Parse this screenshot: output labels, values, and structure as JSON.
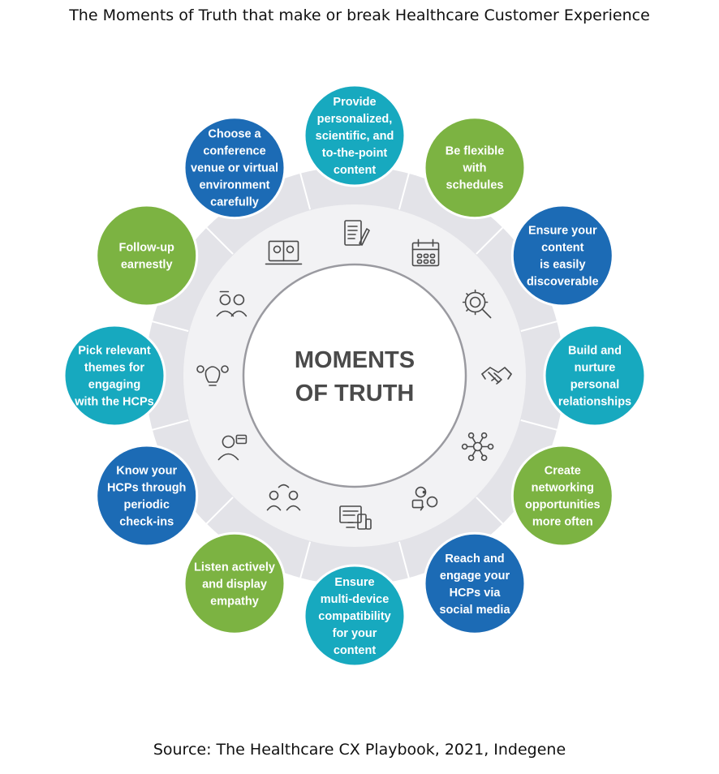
{
  "title": "The Moments of Truth that make or break Healthcare Customer Experience",
  "center": {
    "lines": [
      "MOMENTS",
      "OF TRUTH"
    ]
  },
  "source": "Source: The Healthcare CX Playbook, 2021,  Indegene",
  "colors": {
    "teal": "#17a9bf",
    "green": "#7cb342",
    "blue": "#1c6bb5",
    "ring": "#e3e3e8",
    "inner": "#f2f2f4",
    "center_border": "#9a9aa0",
    "icon": "#4a4a4a"
  },
  "moments": [
    {
      "lines": [
        "Provide",
        "personalized,",
        "scientific, and",
        "to-the-point",
        "content"
      ],
      "color": "teal",
      "icon": "document-pen-icon"
    },
    {
      "lines": [
        "Be flexible",
        "with",
        "schedules"
      ],
      "color": "green",
      "icon": "calendar-icon"
    },
    {
      "lines": [
        "Ensure your",
        "content",
        "is easily",
        "discoverable"
      ],
      "color": "blue",
      "icon": "gear-magnifier-icon"
    },
    {
      "lines": [
        "Build and",
        "nurture",
        "personal",
        "relationships"
      ],
      "color": "teal",
      "icon": "handshake-icon"
    },
    {
      "lines": [
        "Create",
        "networking",
        "opportunities",
        "more often"
      ],
      "color": "green",
      "icon": "network-icon"
    },
    {
      "lines": [
        "Reach and",
        "engage your",
        "HCPs via",
        "social media"
      ],
      "color": "blue",
      "icon": "social-media-icon"
    },
    {
      "lines": [
        "Ensure",
        "multi-device",
        "compatibility",
        "for your",
        "content"
      ],
      "color": "teal",
      "icon": "multi-device-icon"
    },
    {
      "lines": [
        "Listen actively",
        "and display",
        "empathy"
      ],
      "color": "green",
      "icon": "conversation-icon"
    },
    {
      "lines": [
        "Know your",
        "HCPs through",
        "periodic",
        "check-ins"
      ],
      "color": "blue",
      "icon": "doctor-checkin-icon"
    },
    {
      "lines": [
        "Pick relevant",
        "themes for",
        "engaging",
        "with the HCPs"
      ],
      "color": "teal",
      "icon": "lightbulb-gears-icon"
    },
    {
      "lines": [
        "Follow-up",
        "earnestly"
      ],
      "color": "green",
      "icon": "people-followup-icon"
    },
    {
      "lines": [
        "Choose a",
        "conference",
        "venue or virtual",
        "environment",
        "carefully"
      ],
      "color": "blue",
      "icon": "virtual-conference-icon"
    }
  ]
}
